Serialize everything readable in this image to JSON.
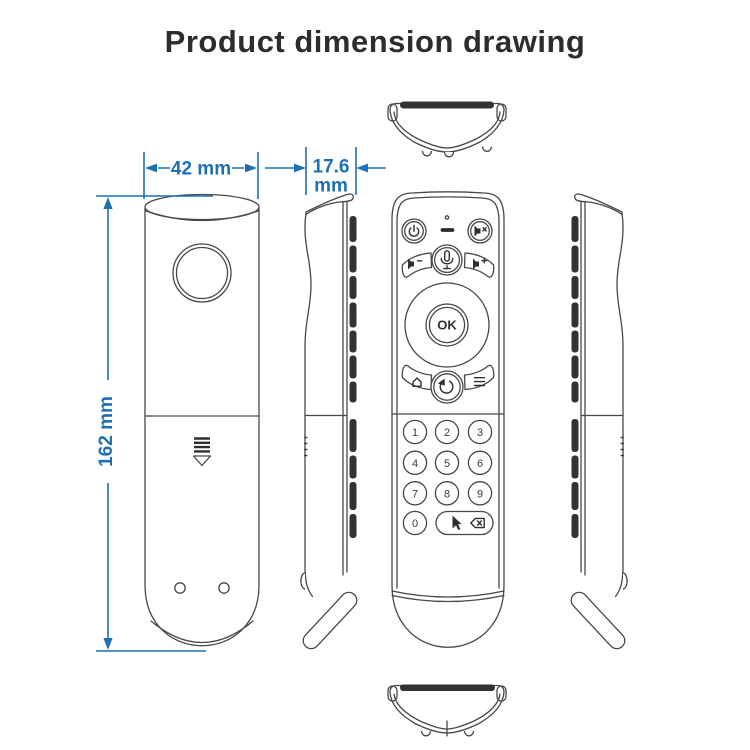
{
  "title": "Product dimension drawing",
  "colors": {
    "dimension_blue": "#1d70b4",
    "outline_gray": "#474747",
    "dark_fill": "#333333",
    "title_text": "#2d2d2d",
    "background": "#ffffff"
  },
  "dimensions": {
    "width_label": "42 mm",
    "depth_label_line1": "17.6",
    "depth_label_line2": "mm",
    "height_label": "162 mm"
  },
  "front_view": {
    "ok_label": "OK",
    "digits": [
      "1",
      "2",
      "3",
      "4",
      "5",
      "6",
      "7",
      "8",
      "9"
    ],
    "zero_label": "0"
  },
  "icons": {
    "power": "⏻",
    "status_led": "•",
    "ir_window": "—",
    "mute": "◀×",
    "microphone": "mic",
    "volume_down": "◀−",
    "volume_up": "◀+",
    "home": "⌂",
    "back": "↺",
    "menu": "≡",
    "cursor": "➤",
    "backspace": "⌫",
    "battery_release": "▽"
  }
}
